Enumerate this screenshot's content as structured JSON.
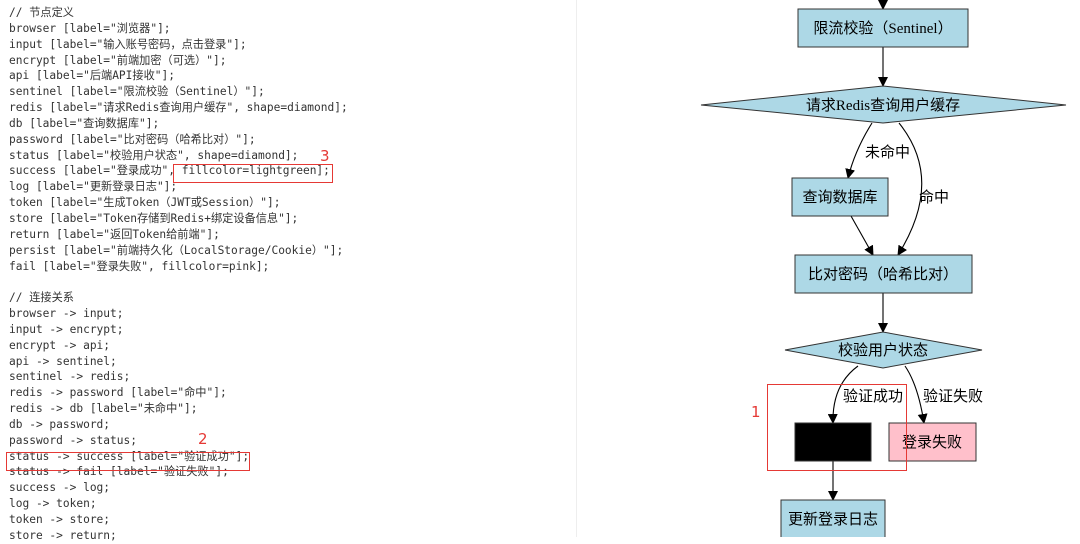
{
  "code_lines": [
    "// 节点定义",
    "browser [label=\"浏览器\"];",
    "input [label=\"输入账号密码，点击登录\"];",
    "encrypt [label=\"前端加密（可选）\"];",
    "api [label=\"后端API接收\"];",
    "sentinel [label=\"限流校验（Sentinel）\"];",
    "redis [label=\"请求Redis查询用户缓存\", shape=diamond];",
    "db [label=\"查询数据库\"];",
    "password [label=\"比对密码（哈希比对）\"];",
    "status [label=\"校验用户状态\", shape=diamond];",
    "success [label=\"登录成功\", fillcolor=lightgreen];",
    "log [label=\"更新登录日志\"];",
    "token [label=\"生成Token（JWT或Session）\"];",
    "store [label=\"Token存储到Redis+绑定设备信息\"];",
    "return [label=\"返回Token给前端\"];",
    "persist [label=\"前端持久化（LocalStorage/Cookie）\"];",
    "fail [label=\"登录失败\", fillcolor=pink];",
    "",
    "// 连接关系",
    "browser -> input;",
    "input -> encrypt;",
    "encrypt -> api;",
    "api -> sentinel;",
    "sentinel -> redis;",
    "redis -> password [label=\"命中\"];",
    "redis -> db [label=\"未命中\"];",
    "db -> password;",
    "password -> status;",
    "status -> success [label=\"验证成功\"];",
    "status -> fail [label=\"验证失败\"];",
    "success -> log;",
    "log -> token;",
    "token -> store;",
    "store -> return;"
  ],
  "annotations": {
    "one": "1",
    "two": "2",
    "three": "3"
  },
  "diagram": {
    "sentinel": "限流校验（Sentinel）",
    "redis": "请求Redis查询用户缓存",
    "db": "查询数据库",
    "password": "比对密码（哈希比对）",
    "status": "校验用户状态",
    "fail": "登录失败",
    "log": "更新登录日志",
    "edge_miss": "未命中",
    "edge_hit": "命中",
    "edge_success": "验证成功",
    "edge_fail": "验证失败"
  },
  "colors": {
    "node_fill": "#add8e6",
    "fail_fill": "#ffc0cb",
    "success_fill_redacted": "#000000",
    "highlight": "#e53935"
  }
}
